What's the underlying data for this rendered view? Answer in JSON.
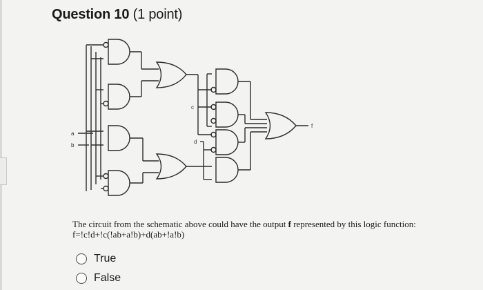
{
  "question": {
    "title": "Question 10",
    "points": "(1 point)"
  },
  "schematic": {
    "labels": {
      "a": "a",
      "b": "b",
      "c": "c",
      "d": "d",
      "f": "f"
    }
  },
  "prompt": {
    "line1_prefix": "The circuit from the schematic above could have the output ",
    "output_var": "f",
    "line1_suffix": " represented by this logic function:",
    "line2": "f=!c!d+!c(!ab+a!b)+d(ab+!a!b)"
  },
  "options": [
    {
      "label": "True"
    },
    {
      "label": "False"
    }
  ]
}
